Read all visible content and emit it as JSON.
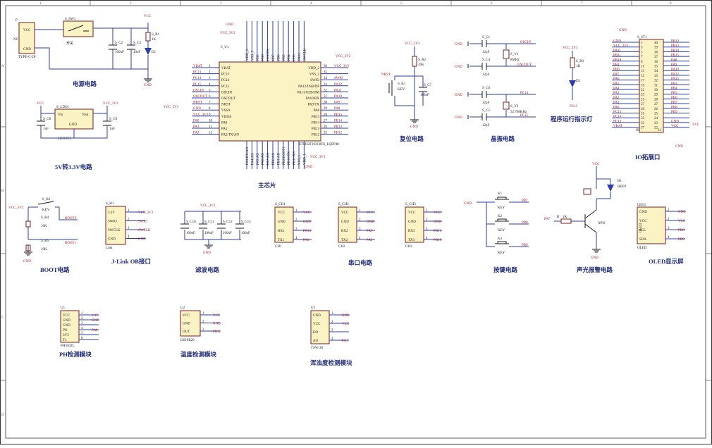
{
  "border": {
    "columns": [
      "1",
      "2",
      "3",
      "4",
      "5",
      "6",
      "7",
      "8"
    ],
    "rows": [
      "A",
      "B",
      "C",
      "D"
    ]
  },
  "power": {
    "title": "电源电路",
    "conn_ref": "P",
    "conn_pins": [
      "VCC",
      "NC",
      "GND"
    ],
    "conn_type": "TYPE-C-2P",
    "switch_ref": "S_SW1",
    "switch_name": "开关",
    "c2": "S_C2",
    "c2v": "100nF",
    "c3": "S_C3",
    "c3v": "10uF",
    "r1": "S_R1",
    "r1v": "1K",
    "d1": "D1",
    "vcc": "VCC",
    "gnd": "GND"
  },
  "ldo": {
    "title": "5V转3.3V电路",
    "ref": "S_LDO1",
    "vin": "Vin",
    "vout": "Vout",
    "gnd_pin": "GND",
    "part": "LDO3V3",
    "c8": "S_C8",
    "c8v": "1uF",
    "c9": "S_C9",
    "c9v": "1uF",
    "vcc": "VCC",
    "vcc33": "VCC_3V3"
  },
  "mcu": {
    "title": "主芯片",
    "ref": "S_U1",
    "part": "STM32F103C8T6_LQFP48",
    "left_pins": [
      "VBAT",
      "PC13",
      "PC14",
      "PC15",
      "OSCIN",
      "OSCOUT",
      "NRST",
      "VSSA",
      "VDDA",
      "PA0",
      "PA1",
      "PA2/TX/AO"
    ],
    "left_nets": [
      "VBAT",
      "PC13",
      "PC14",
      "PC15",
      "OSCIN",
      "OSCOUT",
      "NRST",
      "GND",
      "VCC_3V3",
      "PA0",
      "PA1",
      "PA2"
    ],
    "left_nums": [
      "1",
      "2",
      "3",
      "4",
      "5",
      "6",
      "7",
      "8",
      "9",
      "10",
      "11",
      "12"
    ],
    "right_pins": [
      "VDD_2",
      "VSS_2",
      "SWIO",
      "PA12/USB/DP",
      "PA11/USB/DM",
      "PA10/RX",
      "PA9/TX",
      "PA8",
      "PB15",
      "PB14",
      "PB13",
      "PB12"
    ],
    "right_nets": [
      "VCC_3V3",
      "",
      "SWIO",
      "PA12",
      "PA11",
      "PA10",
      "PA9",
      "PA8",
      "PB15",
      "PB14",
      "PB13",
      "PB12"
    ],
    "right_nums": [
      "36",
      "35",
      "34",
      "33",
      "32",
      "31",
      "30",
      "29",
      "28",
      "27",
      "26",
      "25"
    ],
    "top_pins": [
      "VDD_3",
      "VSS_3",
      "PB9",
      "PB8",
      "BOOT0",
      "PB7",
      "PB6",
      "PB5",
      "PB4",
      "PB3",
      "PA15",
      "SWCLK"
    ],
    "bottom_pins": [
      "PA3/RX/AO",
      "PA4/AO",
      "PA5/AO",
      "PA6/AO",
      "PA7/AO",
      "PB0/AO",
      "PB1/AO",
      "PB2/BOOT1",
      "PB10/TX",
      "PB11/RX",
      "VSS_1",
      "VDD_1"
    ],
    "gnd": "GND",
    "vcc33": "VCC_3V3"
  },
  "reset": {
    "title": "复位电路",
    "vcc33": "VCC_3V3",
    "r2": "S_R2",
    "r2v": "10K",
    "net": "NRST",
    "key": "S_K1",
    "keyv": "KEY",
    "c7": "S_C7",
    "c7v": "100nF",
    "gnd": "GND"
  },
  "crystal": {
    "title": "晶振电路",
    "c1": "S_C1",
    "c4": "S_C4",
    "c6": "S_C6",
    "c5": "S_C5",
    "cval": "12pF",
    "y1": "S_Y1",
    "y1v": "8MHz",
    "y2": "S_Y2",
    "y2v": "32.768KHz",
    "n1": "OSCIN",
    "n2": "OSCOUT",
    "n3": "PC14",
    "n4": "PC15",
    "gnd": "GND"
  },
  "led": {
    "title": "程序运行指示灯",
    "vcc33": "VCC_3V3",
    "r3": "S_R3",
    "r3v": "1K",
    "d2": "D2",
    "net": "PC13"
  },
  "io": {
    "title": "IO拓展口",
    "ref": "S_ST1",
    "gnd": "GND",
    "vcc33": "VCC_3V3",
    "vcc": "VCC",
    "left_nets": [
      "GND",
      "VCC_3V3",
      "PA11",
      "PB11",
      "PB10",
      "PB1",
      "PB0",
      "PA7",
      "PA6",
      "PA5",
      "PA4",
      "PA3",
      "PA2",
      "PA1",
      "PA0",
      "PC15",
      "PC14",
      "PC13",
      "VBAT"
    ],
    "right_nets": [
      "PB12",
      "PB13",
      "PB14",
      "PB15",
      "PA8",
      "PA9",
      "PA10",
      "PA12",
      "PA15",
      "PB3",
      "PB4",
      "PB5",
      "PB6",
      "PB7",
      "PB8",
      "PB9",
      "",
      "GND",
      "VCC"
    ],
    "left_nums": [
      "1",
      "3",
      "5",
      "7",
      "9",
      "11",
      "13",
      "15",
      "17",
      "19",
      "21",
      "23",
      "25",
      "27",
      "29",
      "31",
      "33",
      "35",
      "37"
    ],
    "right_nums": [
      "40",
      "39",
      "38",
      "37",
      "36",
      "35",
      "34",
      "33",
      "32",
      "31",
      "30",
      "29",
      "28",
      "27",
      "26",
      "25",
      "24",
      "23",
      "22"
    ],
    "foot_l": "IO",
    "foot_r": "21"
  },
  "boot": {
    "title": "BOOT电路",
    "vcc33": "VCC_3V3",
    "key": "S_K2",
    "keyv": "KEY",
    "r4": "S_R4",
    "r4v": "10K",
    "r5": "S_R5",
    "r5v": "10K",
    "n1": "BOOT0",
    "n2": "BOOT1",
    "gnd": "GND"
  },
  "jlink": {
    "title": "J-Link OB接口",
    "ref": "S_H1",
    "pins": [
      "3.3V",
      "SWIO",
      "SWCLK",
      "GND"
    ],
    "nets": [
      "VCC_3V3",
      "SWIO",
      "SWCLK",
      "GND"
    ],
    "nums": [
      "1",
      "2",
      "3",
      "4"
    ],
    "foot": "Link"
  },
  "filter": {
    "title": "滤波电路",
    "vcc33": "VCC_3V3",
    "caps": [
      "S_C10",
      "S_C11",
      "S_C12",
      "S_C13"
    ],
    "cval": "100nF",
    "gnd": "GND"
  },
  "serial": {
    "title": "串口电路",
    "items": [
      {
        "ref": "S_CH1",
        "pins": [
          "VCC",
          "GND",
          "RX1",
          "TX1"
        ],
        "nets": [
          "VCC",
          "GND",
          "PA10",
          "PA9"
        ],
        "foot": "CH1"
      },
      {
        "ref": "S_CH2",
        "pins": [
          "VCC",
          "GND",
          "RX2",
          "TX2"
        ],
        "nets": [
          "VCC",
          "GND",
          "PA3",
          "PA2"
        ],
        "foot": "CH2"
      },
      {
        "ref": "S_CH3",
        "pins": [
          "VCC",
          "GND",
          "RX3",
          "TX3"
        ],
        "nets": [
          "VCC",
          "GND",
          "PB11",
          "PB10"
        ],
        "foot": "CH3"
      }
    ]
  },
  "keys": {
    "title": "按键电路",
    "refs": [
      "K1",
      "K2",
      "K3"
    ],
    "keyv": "KEY",
    "nets": [
      "PB7",
      "PB8",
      "PB9"
    ],
    "gnd": "GND"
  },
  "buzzer": {
    "title": "声光报警电路",
    "vcc": "VCC",
    "b1": "B1",
    "b1v": "BEEP",
    "net": "PA7",
    "r": "R",
    "rv": "1K",
    "q": "NPN",
    "gnd": "GND"
  },
  "oled": {
    "title": "OLED显示屏",
    "ref": "LED1",
    "pins": [
      "GND",
      "VCC",
      "SCL",
      "SDA"
    ],
    "nets": [
      "GND",
      "VCC",
      "PB8",
      "PB9"
    ],
    "nums": [
      "1",
      "2",
      "3",
      "4"
    ],
    "side": "OLED",
    "foot": "OLED"
  },
  "ph": {
    "title": "PH检测模块",
    "ref": "U1",
    "pins": [
      "VCC",
      "GND",
      "GND",
      "PO",
      "3V3",
      "T1"
    ],
    "nets": [
      "3.3V",
      "GND",
      "",
      "PA0",
      "",
      ""
    ],
    "nums": [
      "1",
      "2",
      "3",
      "4",
      "5",
      "6"
    ],
    "foot": "PH4502C"
  },
  "temp": {
    "title": "温度检测模块",
    "ref": "U2",
    "pins": [
      "VCC",
      "GND",
      "OUT"
    ],
    "nets": [
      "VCC",
      "GND",
      "PB12"
    ],
    "nums": [
      "1",
      "2",
      "3"
    ],
    "foot": "DS18B20"
  },
  "turb": {
    "title": "浑浊度检测模块",
    "ref": "U3",
    "pins": [
      "GND",
      "VCC",
      "DO",
      "AO"
    ],
    "nets": [
      "GND",
      "VCC",
      "",
      "PA1"
    ],
    "nums": [
      "1",
      "2",
      "3",
      "4"
    ],
    "foot": "TSW-30"
  }
}
